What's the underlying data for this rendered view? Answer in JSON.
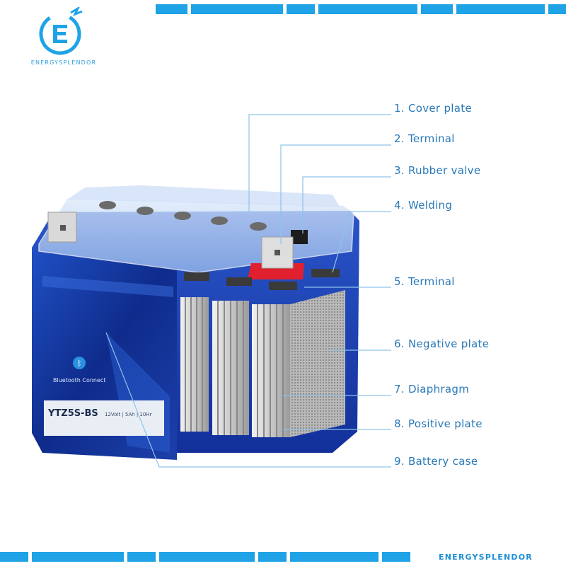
{
  "brand": {
    "logo_text": "ENERGYSPLENDOR",
    "footer_text": "ENERGYSPLENDOR",
    "accent": "#1fa3e6"
  },
  "battery": {
    "model": "YTZ5S-BS",
    "specs": "12Volt  |  5Ah  |  10Hr",
    "feature": "Bluetooth Connect"
  },
  "parts": [
    {
      "label": "1. Cover plate"
    },
    {
      "label": "2. Terminal"
    },
    {
      "label": "3. Rubber valve"
    },
    {
      "label": "4. Welding"
    },
    {
      "label": "5. Terminal"
    },
    {
      "label": "6. Negative plate"
    },
    {
      "label": "7. Diaphragm"
    },
    {
      "label": "8. Positive plate"
    },
    {
      "label": "9. Battery case"
    }
  ],
  "colors": {
    "label_text": "#2a79b8",
    "leader_line": "#8ec3ea",
    "case_blue": "#1d3fa8",
    "terminal_red": "#e0202e"
  }
}
